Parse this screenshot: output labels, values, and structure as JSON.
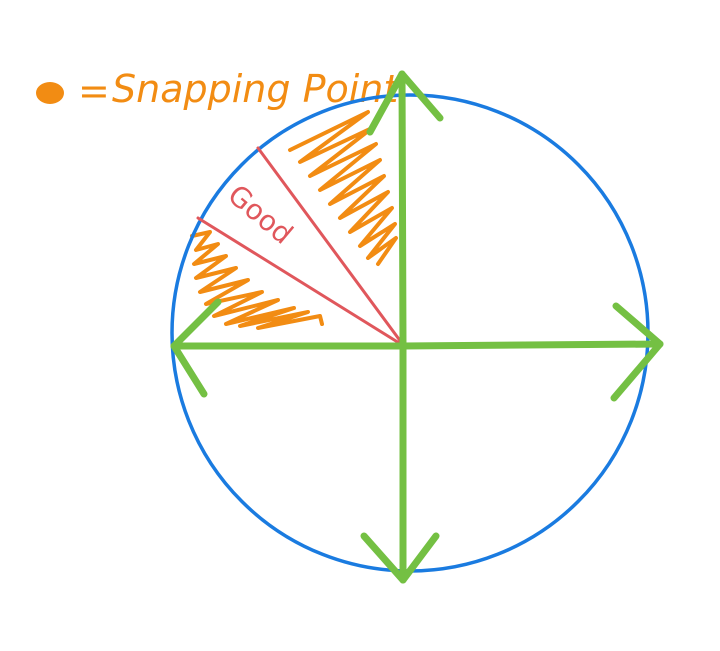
{
  "legend": {
    "marker_color": "#f28c13",
    "separator": "=",
    "label": "Snapping Point"
  },
  "annotation": {
    "label": "Good",
    "color": "#e0575c"
  },
  "colors": {
    "circle": "#1a7be0",
    "arrows": "#74c043",
    "hatch": "#f28c13",
    "boundary_lines": "#e0575c",
    "background": "#ffffff"
  },
  "elements": {
    "circle": "circle",
    "arrows": [
      "arrow-up",
      "arrow-right",
      "arrow-down",
      "arrow-left"
    ],
    "hatched_regions": [
      "snap-zone-upper",
      "snap-zone-lower"
    ],
    "boundary_lines": [
      "boundary-line-upper",
      "boundary-line-lower"
    ]
  }
}
